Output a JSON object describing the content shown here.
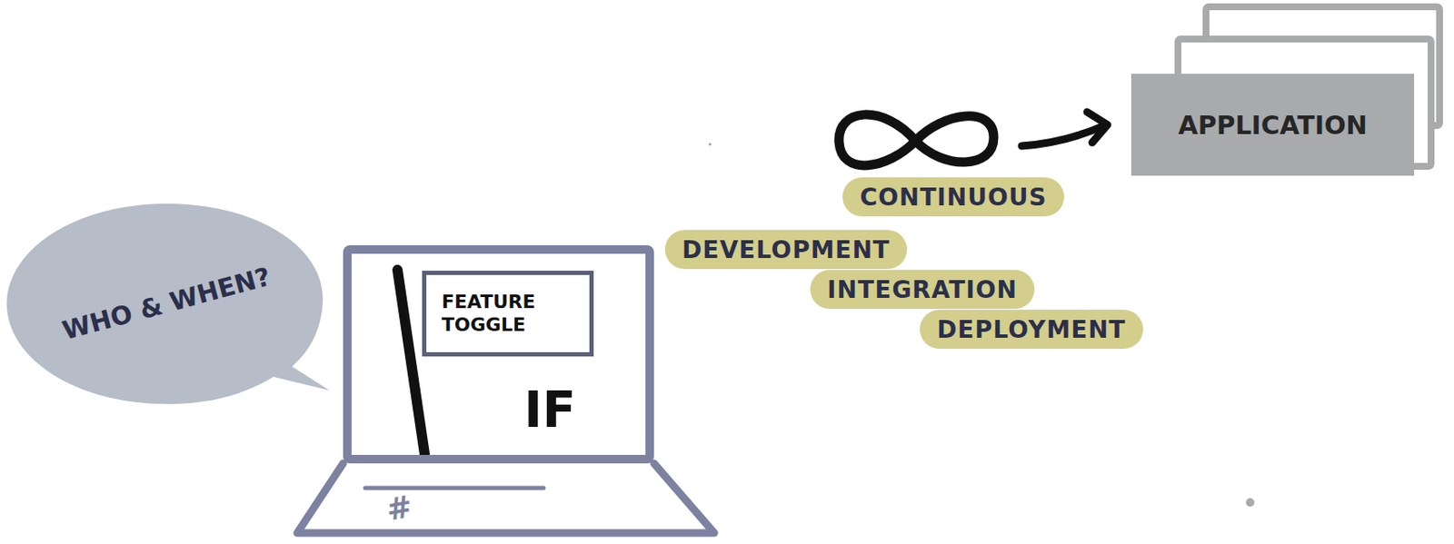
{
  "diagram": {
    "nodes": [
      {
        "text": [
          "WHO & WHEN?"
        ]
      },
      {
        "text": [
          "IF"
        ]
      },
      {
        "text": [
          "FEATURE TOGGLE"
        ],
        "in": 1
      },
      {
        "text": [
          "CONTINUOUS"
        ]
      },
      {
        "text": [
          "DEVELOPMENT"
        ]
      },
      {
        "text": [
          "INTEGRATION"
        ]
      },
      {
        "text": [
          "DEPLOYMENT"
        ]
      },
      {
        "text": [
          "APPLICATION"
        ]
      }
    ],
    "labels": [
      "#"
    ]
  }
}
